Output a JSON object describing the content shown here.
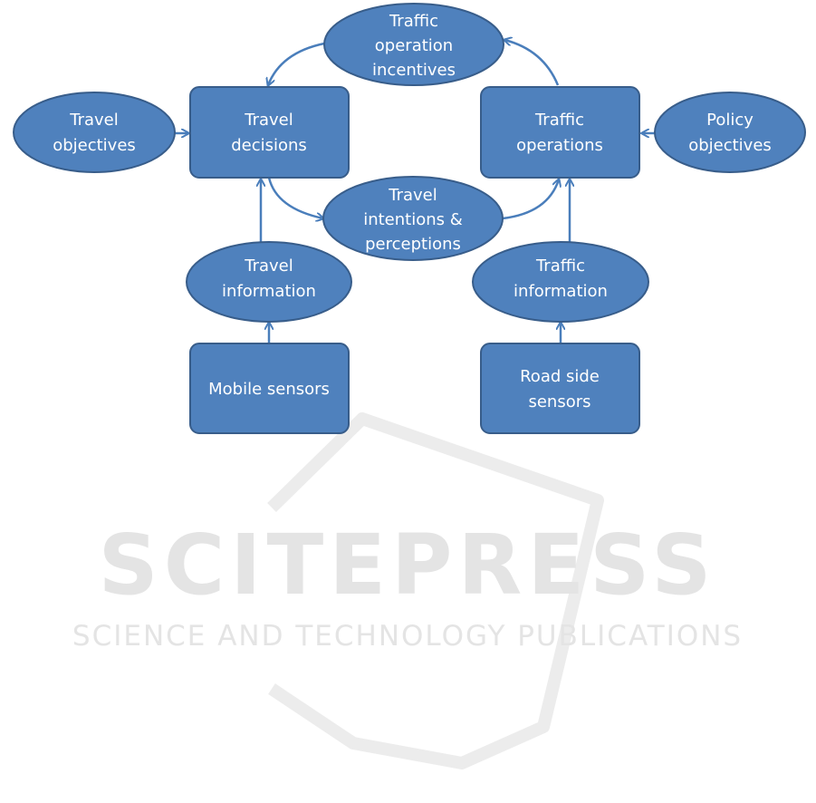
{
  "colors": {
    "node_fill": "#4f81bd",
    "node_stroke": "#385d8a",
    "arrow": "#4a7ebb",
    "text": "#ffffff",
    "watermark": "#e4e4e4"
  },
  "nodes": {
    "traffic_operation_incentives": [
      "Traffic",
      "operation",
      "incentives"
    ],
    "travel_objectives": [
      "Travel",
      "objectives"
    ],
    "travel_decisions": [
      "Travel",
      "decisions"
    ],
    "traffic_operations": [
      "Traffic",
      "operations"
    ],
    "policy_objectives": [
      "Policy",
      "objectives"
    ],
    "travel_intentions_perceptions": [
      "Travel",
      "intentions &",
      "perceptions"
    ],
    "travel_information": [
      "Travel",
      "information"
    ],
    "traffic_information": [
      "Traffic",
      "information"
    ],
    "mobile_sensors": [
      "Mobile sensors"
    ],
    "road_side_sensors": [
      "Road side",
      "sensors"
    ]
  },
  "watermark": {
    "brand": "SCITEPRESS",
    "tagline": "SCIENCE AND TECHNOLOGY PUBLICATIONS"
  }
}
